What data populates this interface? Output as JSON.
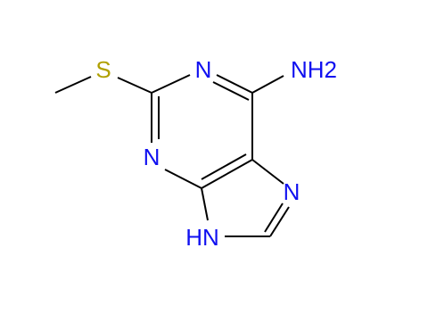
{
  "molecule": {
    "atoms": {
      "sulfur": "S",
      "ring_n_top": "N",
      "amine": "NH2",
      "ring_n_left": "N",
      "imidazole_n": "N",
      "imidazole_nh": "HN"
    },
    "colors": {
      "bond": "#000000",
      "nitrogen": "#1010f0",
      "sulfur": "#b0a000"
    }
  }
}
